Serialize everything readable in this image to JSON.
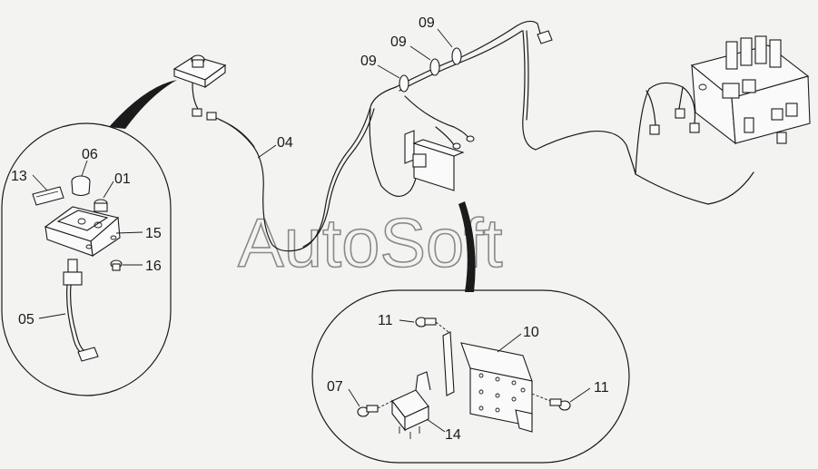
{
  "watermark": "AutoSoft",
  "labels": {
    "n04": "04",
    "n09a": "09",
    "n09b": "09",
    "n09c": "09",
    "n13": "13",
    "n06": "06",
    "n01": "01",
    "n15": "15",
    "n16": "16",
    "n05": "05",
    "n11a": "11",
    "n10": "10",
    "n07": "07",
    "n11b": "11",
    "n14": "14"
  }
}
